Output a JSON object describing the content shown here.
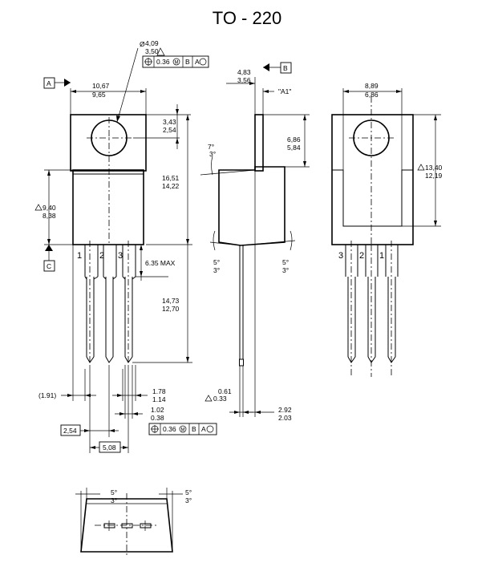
{
  "title": "TO - 220",
  "datums": {
    "a": "A",
    "b": "B",
    "c": "C",
    "a1": "\"A1\""
  },
  "dims": {
    "hole_dia_max": "4,09",
    "hole_dia_min": "3,50",
    "tol_frame_top": "0.36",
    "frame_m": "M",
    "frame_b": "B",
    "frame_am": "A",
    "width_max": "10,67",
    "width_min": "9,65",
    "hole_pos_max": "3,43",
    "hole_pos_min": "2,54",
    "body_height_max": "16,51",
    "body_height_min": "14,22",
    "tab_height_max": "9,40",
    "tab_height_min": "8,38",
    "pin_shoulder": "6.35 MAX",
    "lead_length_max": "14,73",
    "lead_length_min": "12,70",
    "lead_offset": "(1.91)",
    "lead_width_max": "1.78",
    "lead_width_min": "1.14",
    "lead_thk_max": "1.02",
    "lead_thk_min": "0.38",
    "pitch": "2,54",
    "pitch2": "5,08",
    "tol_frame_bottom": "0.36",
    "side_thk_max": "4,83",
    "side_thk_min": "3,56",
    "angle_top": "7°",
    "angle_top2": "3°",
    "side_tab_max": "6,86",
    "side_tab_min": "5,84",
    "side_angle_l1": "5°",
    "side_angle_l2": "3°",
    "side_angle_r1": "5°",
    "side_angle_r2": "3°",
    "lead_t_max": "0.61",
    "lead_t_min": "0.33",
    "side_lead_max": "2.92",
    "side_lead_min": "2.03",
    "back_width_max": "8,89",
    "back_width_min": "6,86",
    "back_height_max": "13,40",
    "back_height_min": "12,19",
    "bottom_angle_l1": "5°",
    "bottom_angle_l2": "3°",
    "bottom_angle_r1": "5°",
    "bottom_angle_r2": "3°"
  },
  "pins_front": [
    "1",
    "2",
    "3"
  ],
  "pins_back": [
    "3",
    "2",
    "1"
  ]
}
